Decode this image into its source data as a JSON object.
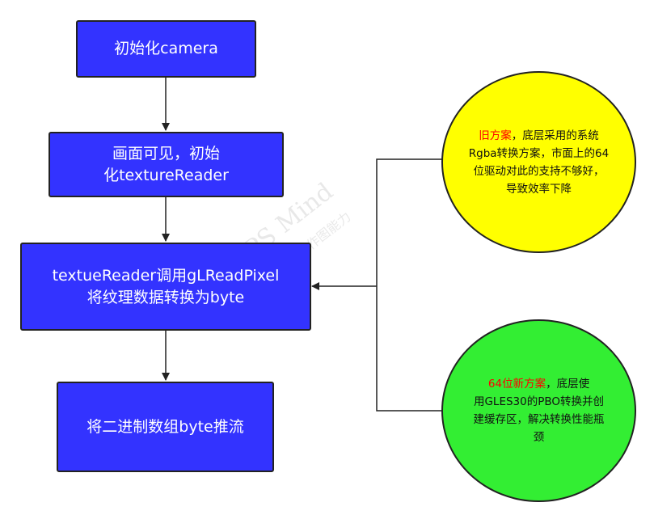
{
  "nodes": {
    "init_camera": "初始化camera",
    "texture_reader_line1": "画面可见，初始",
    "texture_reader_line2": "化textureReader",
    "read_pixel_line1": "textueReader调用gLReadPixel",
    "read_pixel_line2": "将纹理数据转换为byte",
    "push_stream": "将二进制数组byte推流"
  },
  "notes": {
    "old": {
      "highlight": "旧方案",
      "line1_rest": "，底层采用的系统",
      "line2": "Rgba转换方案，市面上的64",
      "line3": "位驱动对此的支持不够好，",
      "line4": "导致效率下降",
      "color": "#ffff00"
    },
    "new": {
      "highlight": "64位新方案",
      "line1_rest": "，底层使",
      "line2": "用GLES30的PBO转换并创",
      "line3": "建缓存区，解决转换性能瓶",
      "line4": "颈",
      "color": "#33ee33"
    }
  },
  "watermark": {
    "brand": "WPS Mind",
    "tagline": "提供作图能力"
  },
  "colors": {
    "box": "#3333ff",
    "highlight_text": "#ff0000"
  }
}
